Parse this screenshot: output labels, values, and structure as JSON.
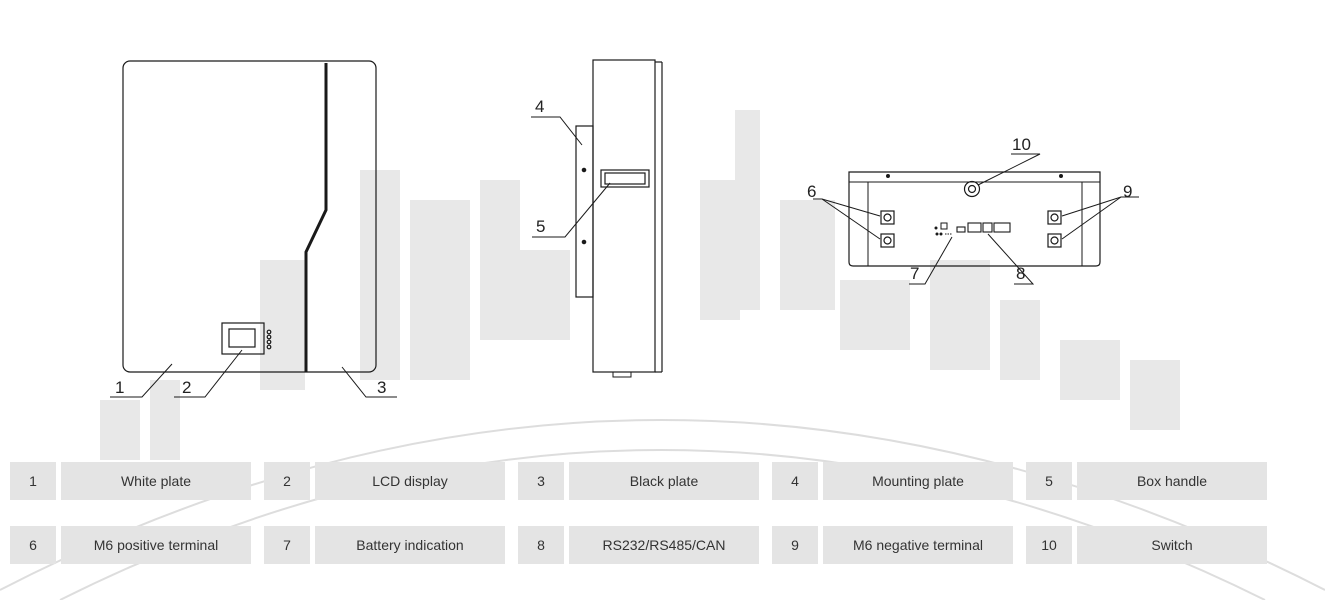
{
  "diagram": {
    "callouts": [
      {
        "id": "front",
        "label": "1"
      },
      {
        "id": "front",
        "label": "2"
      },
      {
        "id": "front",
        "label": "3"
      },
      {
        "id": "side",
        "label": "4"
      },
      {
        "id": "side",
        "label": "5"
      },
      {
        "id": "bottom",
        "label": "6"
      },
      {
        "id": "bottom",
        "label": "7"
      },
      {
        "id": "bottom",
        "label": "8"
      },
      {
        "id": "bottom",
        "label": "9"
      },
      {
        "id": "bottom",
        "label": "10"
      }
    ]
  },
  "parts": [
    {
      "number": "1",
      "name": "White plate"
    },
    {
      "number": "2",
      "name": "LCD display"
    },
    {
      "number": "3",
      "name": "Black plate"
    },
    {
      "number": "4",
      "name": "Mounting plate"
    },
    {
      "number": "5",
      "name": "Box handle"
    },
    {
      "number": "6",
      "name": "M6 positive terminal"
    },
    {
      "number": "7",
      "name": "Battery indication"
    },
    {
      "number": "8",
      "name": "RS232/RS485/CAN"
    },
    {
      "number": "9",
      "name": "M6 negative terminal"
    },
    {
      "number": "10",
      "name": "Switch"
    }
  ],
  "colors": {
    "line": "#1a1a1a",
    "table_fill": "#e4e4e4",
    "watermark": "#d9d9d9"
  }
}
